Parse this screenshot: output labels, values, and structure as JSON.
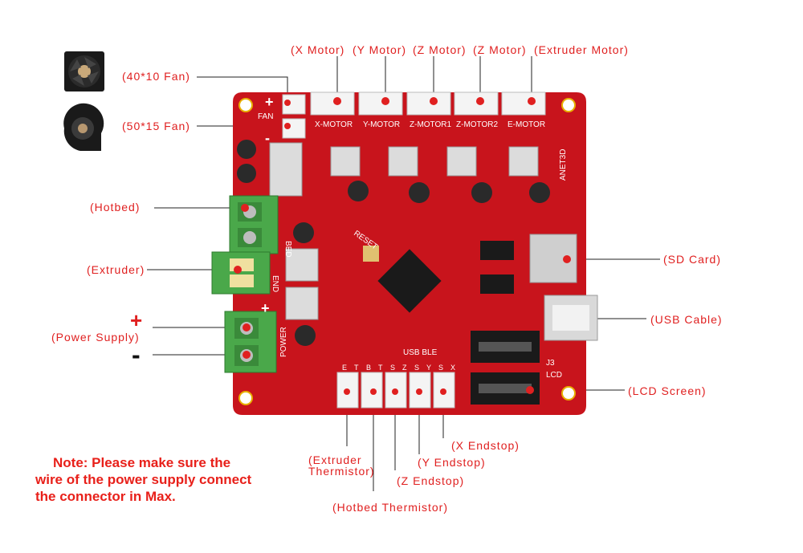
{
  "labels": {
    "x_motor": "(X  Motor)",
    "y_motor": "(Y  Motor)",
    "z_motor_1": "(Z  Motor)",
    "z_motor_2": "(Z  Motor)",
    "extruder_motor": "(Extruder  Motor)",
    "fan_40": "(40*10  Fan)",
    "fan_50": "(50*15  Fan)",
    "hotbed": "(Hotbed)",
    "extruder": "(Extruder)",
    "power_supply": "(Power  Supply)",
    "plus": "+",
    "minus": "-",
    "sd_card": "(SD  Card)",
    "usb_cable": "(USB  Cable)",
    "lcd_screen": "(LCD  Screen)",
    "x_endstop": "(X  Endstop)",
    "y_endstop": "(Y  Endstop)",
    "z_endstop": "(Z  Endstop)",
    "extruder_thermistor_1": "(Extruder",
    "extruder_thermistor_2": "Thermistor)",
    "hotbed_thermistor": "(Hotbed  Thermistor)"
  },
  "note": {
    "line1": "Note: Please make sure the",
    "line2": "wire of the power supply connect",
    "line3": "the connector in Max."
  },
  "silkscreen": {
    "fan": "FAN",
    "x_motor": "X-MOTOR",
    "y_motor": "Y-MOTOR",
    "z_motor1": "Z-MOTOR1",
    "z_motor2": "Z-MOTOR2",
    "e_motor": "E-MOTOR",
    "board": "ANET3D",
    "bed": "BED",
    "end": "END",
    "power": "POWER",
    "reset": "RESET",
    "usb_ble": "USB  BLE",
    "j3": "J3",
    "lcd": "LCD",
    "endstop_pins": [
      "E",
      "T",
      "B",
      "T",
      "S",
      "Z",
      "S",
      "Y",
      "S",
      "X"
    ]
  },
  "colors": {
    "label": "#e02020",
    "board": "#c8141c",
    "terminal": "#4aa84a",
    "note": "#e8201a"
  }
}
